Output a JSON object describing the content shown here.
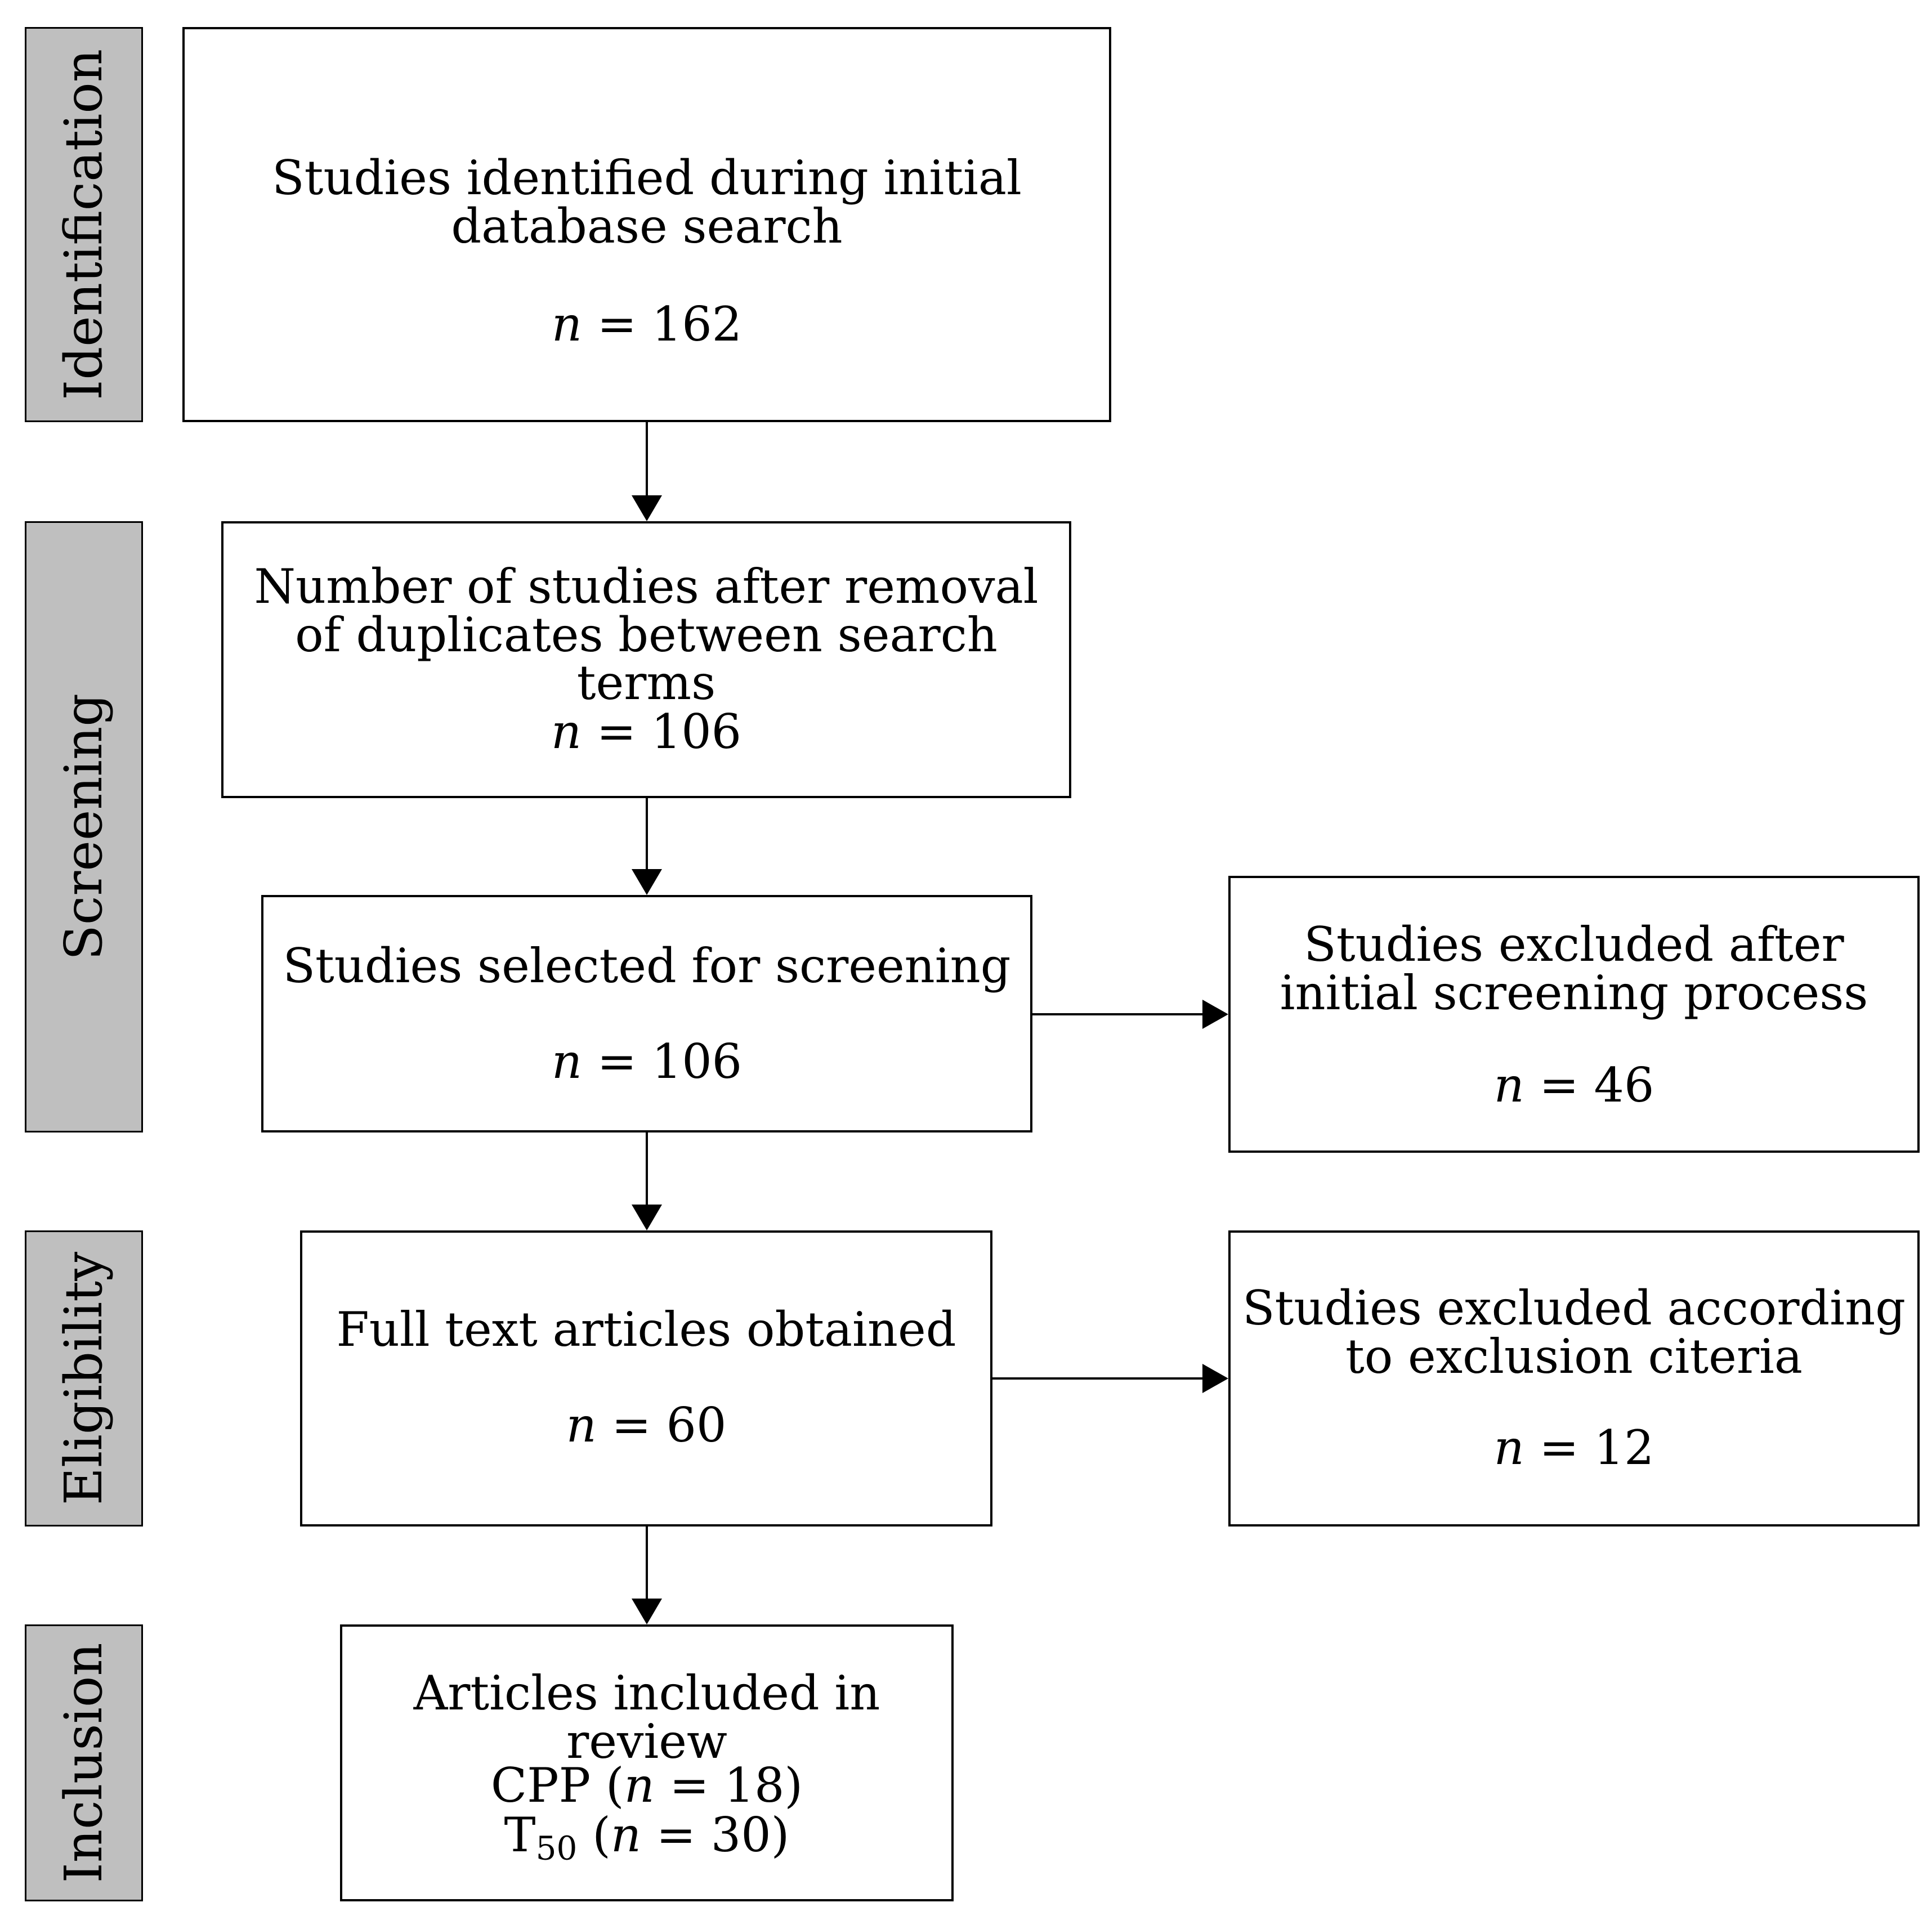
{
  "phases": {
    "identification": "Identification",
    "screening": "Screening",
    "eligibility": "Eligibility",
    "inclusion": "Inclusion"
  },
  "boxes": {
    "identified": {
      "title": "Studies identified during initial database search",
      "n": "162"
    },
    "deduplicated": {
      "title": "Number of studies after removal of duplicates between search terms",
      "n": "106"
    },
    "screened": {
      "title": "Studies selected for screening",
      "n": "106"
    },
    "excluded_screening": {
      "title": "Studies excluded after initial screening process",
      "n": "46"
    },
    "fulltext": {
      "title": "Full text articles obtained",
      "n": "60"
    },
    "excluded_criteria": {
      "title": "Studies excluded according to exclusion citeria",
      "n": "12"
    },
    "included": {
      "title": "Articles included in review",
      "cpp_label": "CPP",
      "cpp_n": "18",
      "t_label": "T",
      "t_sub": "50",
      "t_n": "30"
    }
  },
  "n_symbol": "n",
  "equals": "="
}
